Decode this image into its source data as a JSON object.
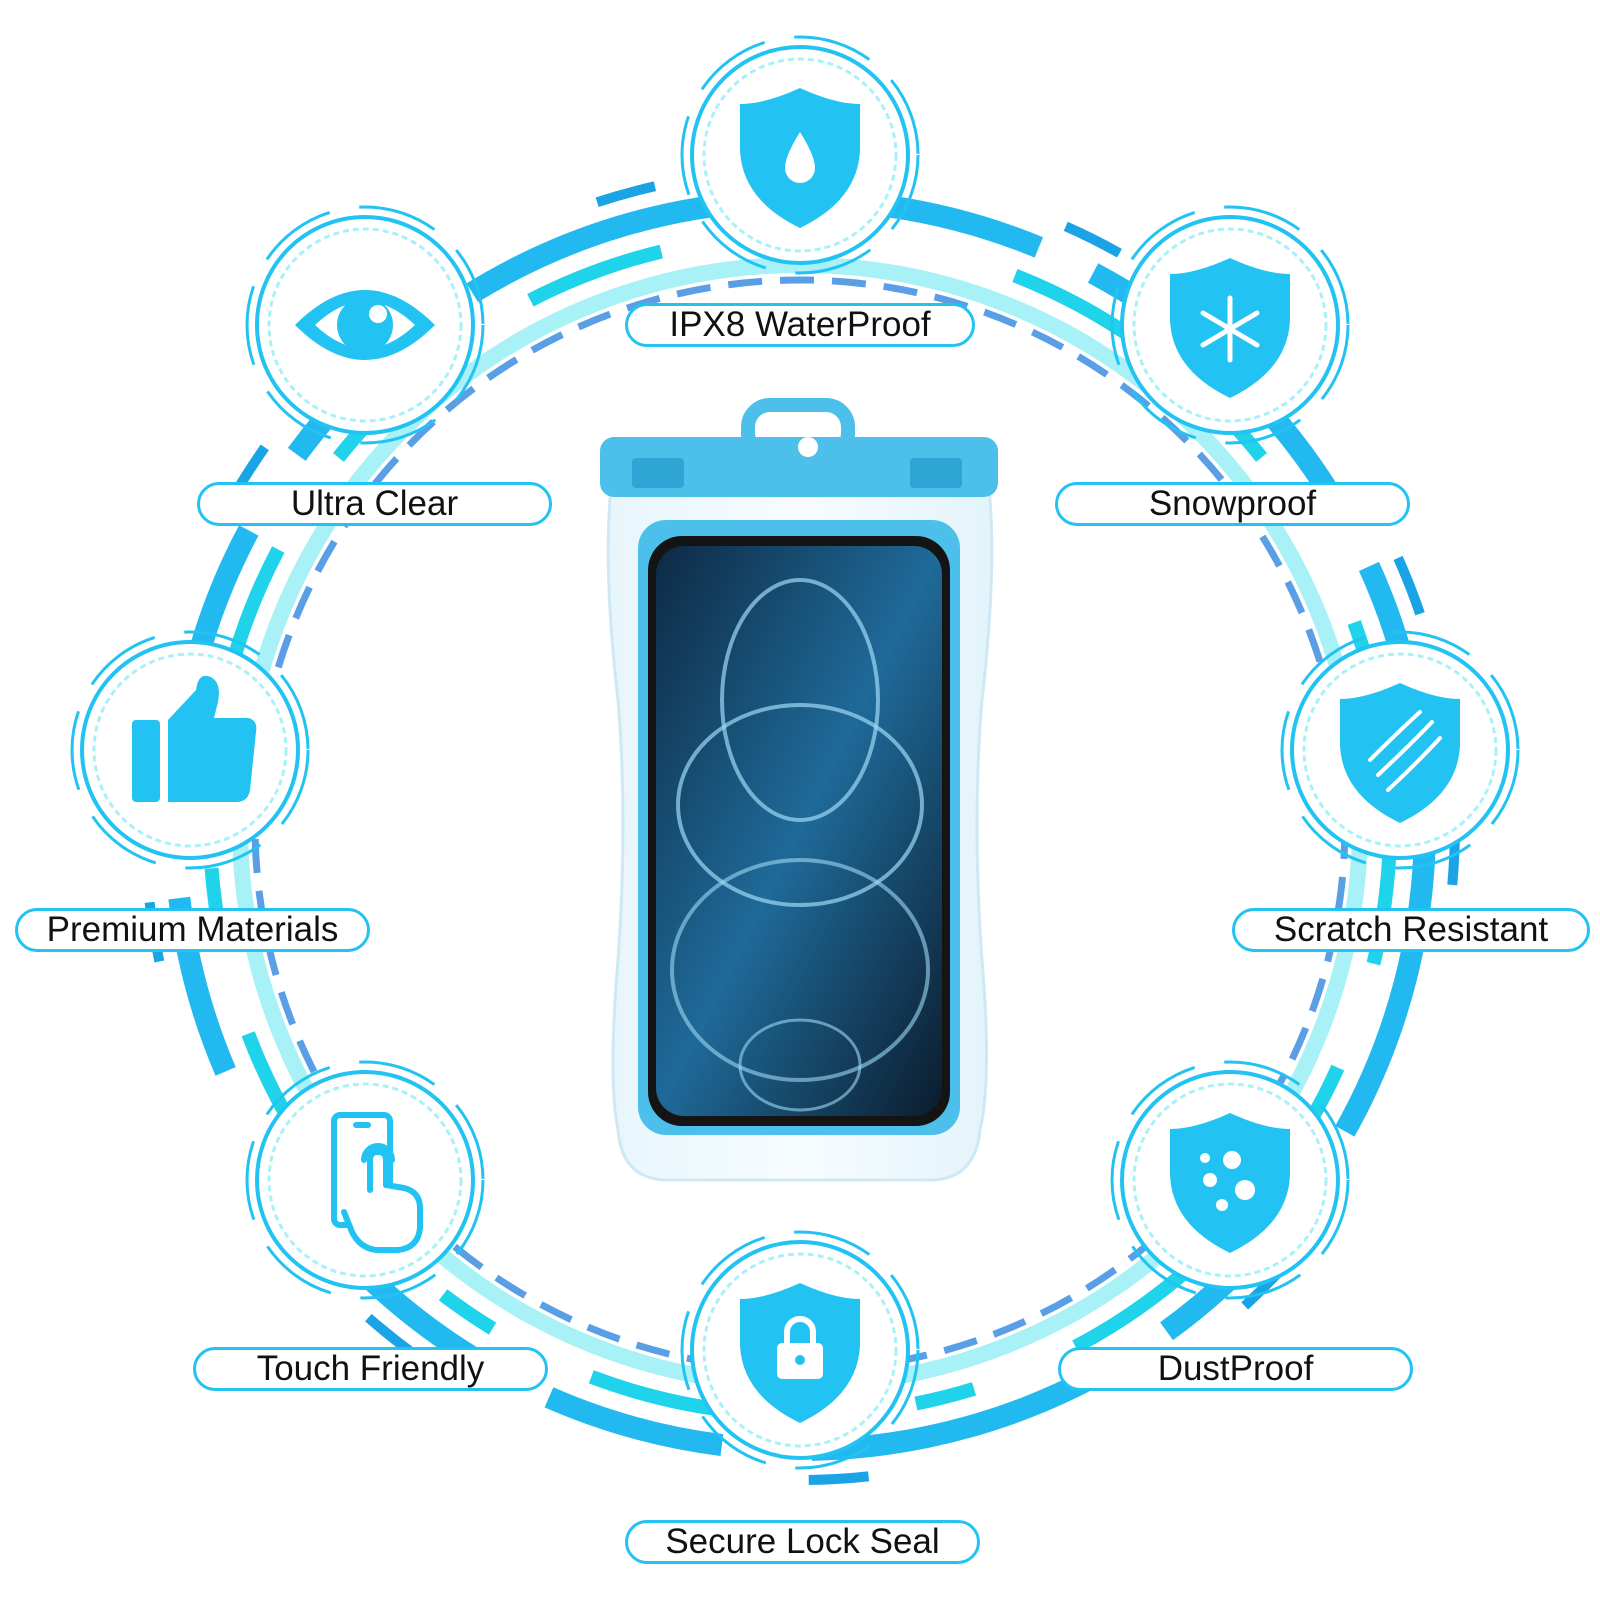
{
  "colors": {
    "accent": "#22c3f2",
    "accent_deep": "#1aa4e6",
    "ring_light": "#a8f1f7",
    "ring_cyan": "#1fd4ea",
    "dash_blue": "#5a9ee6",
    "label_text": "#111111",
    "pouch_blue": "#4cc0ea",
    "phone_black": "#141414"
  },
  "features": [
    {
      "id": "waterproof",
      "label": "IPX8 WaterProof",
      "icon": "water-drop-shield-icon"
    },
    {
      "id": "snowproof",
      "label": "Snowproof",
      "icon": "snowflake-shield-icon"
    },
    {
      "id": "scratch",
      "label": "Scratch Resistant",
      "icon": "scratch-shield-icon"
    },
    {
      "id": "dustproof",
      "label": "DustProof",
      "icon": "particles-shield-icon"
    },
    {
      "id": "lock",
      "label": "Secure Lock Seal",
      "icon": "padlock-shield-icon"
    },
    {
      "id": "touch",
      "label": "Touch Friendly",
      "icon": "phone-touch-icon"
    },
    {
      "id": "materials",
      "label": "Premium Materials",
      "icon": "thumbs-up-icon"
    },
    {
      "id": "clear",
      "label": "Ultra Clear",
      "icon": "eye-icon"
    }
  ],
  "product": {
    "icon": "phone-in-waterproof-pouch"
  }
}
